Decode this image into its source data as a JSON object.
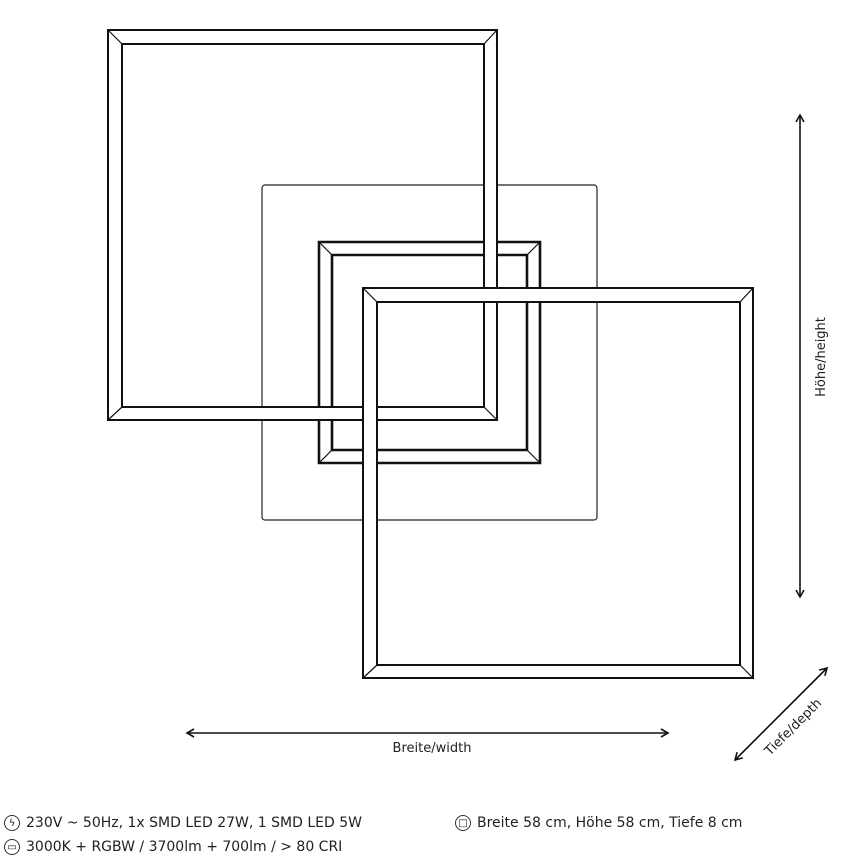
{
  "dimensions": {
    "height_label": "Höhe/height",
    "width_label": "Breite/width",
    "depth_label": "Tiefe/depth"
  },
  "specs": [
    {
      "icon": "lightning-icon",
      "text": "230V ~ 50Hz, 1x SMD LED 27W, 1 SMD LED 5W"
    },
    {
      "icon": "lamp-icon",
      "text": "3000K + RGBW / 3700lm + 700lm / > 80 CRI"
    },
    {
      "icon": "dimensions-icon",
      "text": "Breite 58 cm, Höhe 58 cm, Tiefe 8 cm"
    }
  ]
}
